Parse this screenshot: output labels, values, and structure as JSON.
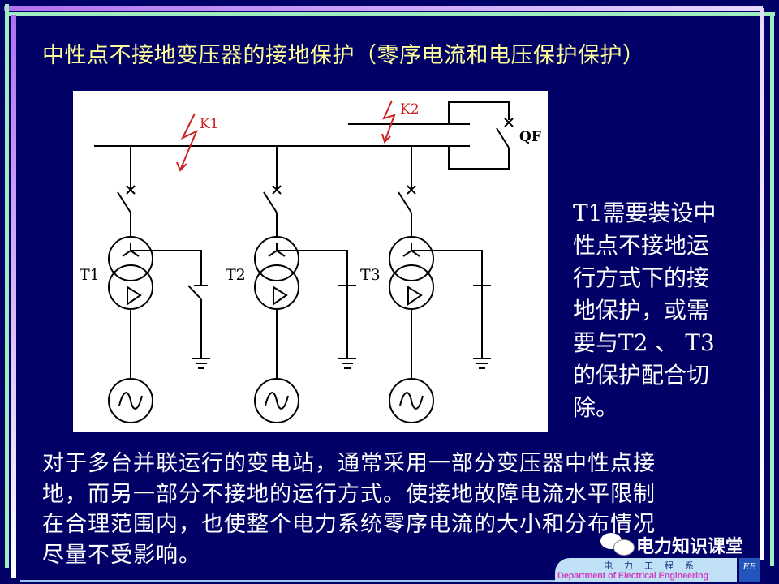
{
  "slide": {
    "title": "中性点不接地变压器的接地保护（零序电流和电压保护保护）",
    "side_text": [
      "T1需要装设中",
      "性点不接地运",
      "行方式下的接",
      "地保护，或需",
      "要与T2 、 T3",
      "的保护配合切",
      "除。"
    ],
    "paragraph": [
      "对于多台并联运行的变电站，通常采用一部分变压器中性点接",
      "地，而另一部分不接地的运行方式。使接地故障电流水平限制",
      "在合理范围内，也使整个电力系统零序电流的大小和分布情况",
      "尽量不受影响。"
    ]
  },
  "diagram": {
    "fault_labels": [
      "K1",
      "K2"
    ],
    "breaker_label": "QF",
    "transformer_labels": [
      "T1",
      "T2",
      "T3"
    ],
    "fault_color": "#cc2222"
  },
  "watermark": {
    "icon": "wechat-icon",
    "text": "电力知识课堂",
    "dept_cn": "电力工程系",
    "dept_en": "Department of Electrical Engineering",
    "logo": "EE"
  },
  "colors": {
    "background": "#000066",
    "title": "#ffff99",
    "text": "#ffffff",
    "border_purple": "#cc88ff",
    "border_green": "#99eebb"
  }
}
